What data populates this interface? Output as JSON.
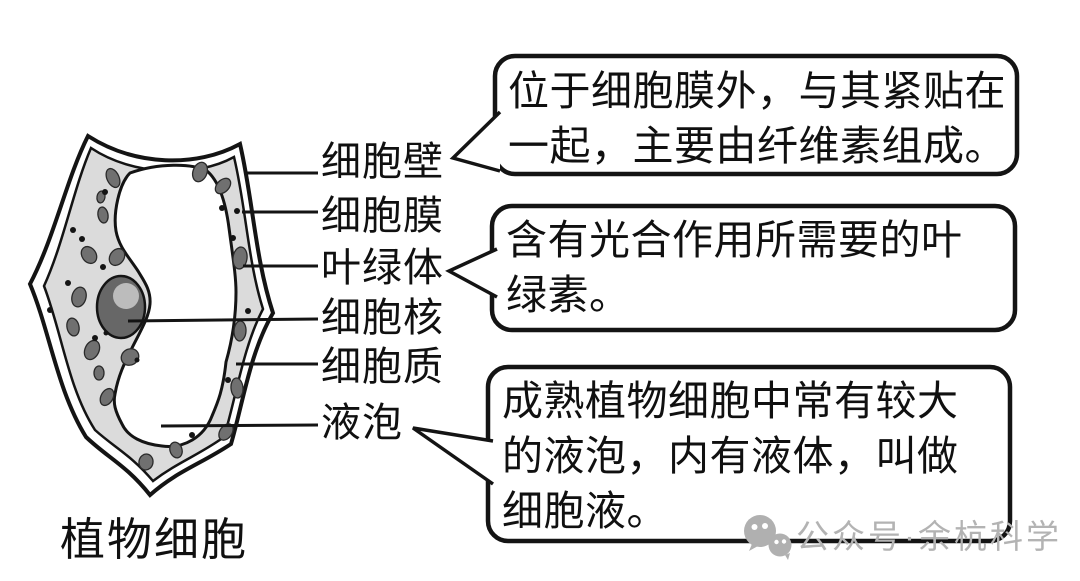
{
  "diagram": {
    "title": "植物细胞",
    "labels": [
      {
        "text": "细胞壁"
      },
      {
        "text": "细胞膜"
      },
      {
        "text": "叶绿体"
      },
      {
        "text": "细胞核"
      },
      {
        "text": "细胞质"
      },
      {
        "text": "液泡"
      }
    ],
    "callouts": [
      {
        "target": "细胞壁",
        "lines": [
          "位于细胞膜外，与其紧贴在",
          "一起，主要由纤维素组成。"
        ]
      },
      {
        "target": "叶绿体",
        "lines": [
          "含有光合作用所需要的叶",
          "绿素。"
        ]
      },
      {
        "target": "液泡",
        "lines": [
          "成熟植物细胞中常有较大",
          "的液泡，内有液体，叫做",
          "细胞液。"
        ]
      }
    ],
    "watermark": {
      "icon": "wechat-icon",
      "text": "公众号·余杭科学"
    },
    "colors": {
      "outline": "#141414",
      "cytoplasm": "#dbdbdb",
      "chloroplast": "#707070",
      "nucleus": "#676767",
      "nucleolus": "#bcbcbc",
      "vacuole": "#ffffff",
      "watermark": "#b3b3b3"
    }
  }
}
